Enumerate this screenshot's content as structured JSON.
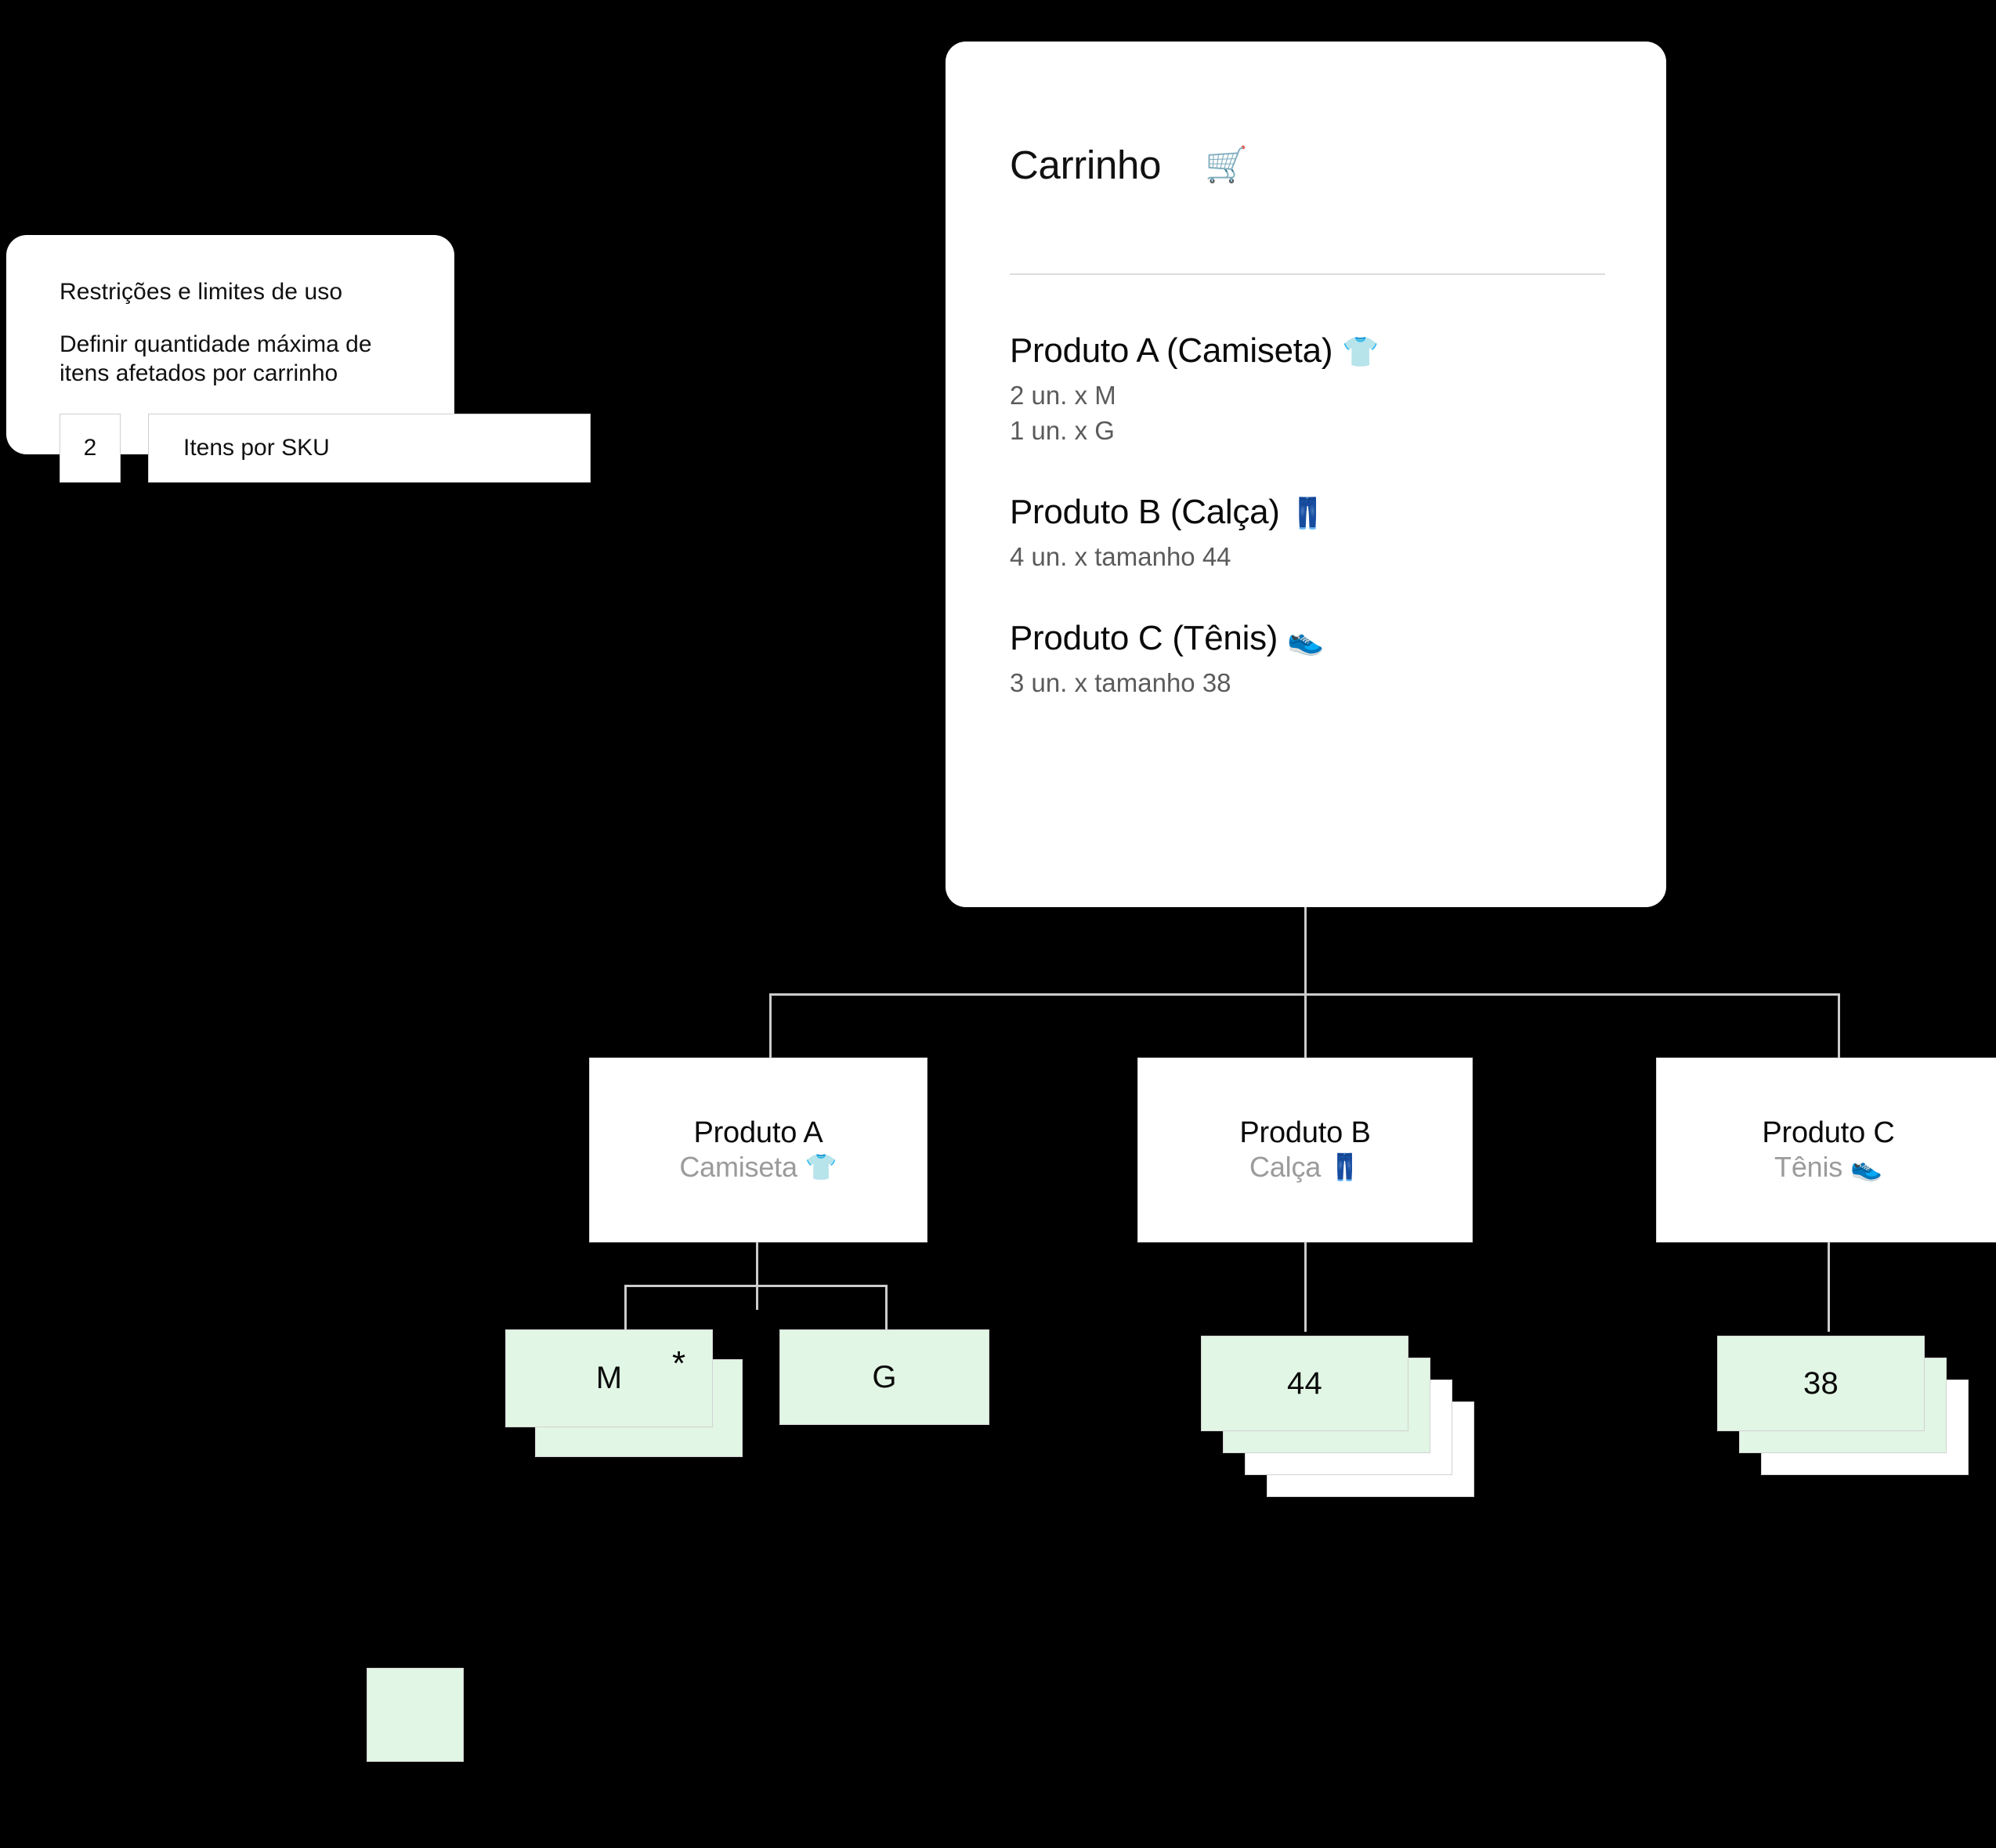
{
  "restrictions_card": {
    "title": "Restrições e limites de uso",
    "description": "Definir quantidade máxima de itens afetados por carrinho",
    "quantity_value": "2",
    "unit_value": "Itens por SKU"
  },
  "cart_card": {
    "title": "Carrinho",
    "title_icon": "shopping-cart",
    "title_emoji": "🛒",
    "items": [
      {
        "name": "Produto A (Camiseta)",
        "emoji": "👕",
        "icon": "tshirt",
        "lines": [
          "2 un. x M",
          "1 un. x G"
        ]
      },
      {
        "name": "Produto B (Calça)",
        "emoji": "👖",
        "icon": "jeans",
        "lines": [
          "4 un. x tamanho 44"
        ]
      },
      {
        "name": "Produto C (Tênis)",
        "emoji": "👟",
        "icon": "sneaker",
        "lines": [
          "3 un. x  tamanho 38"
        ]
      }
    ]
  },
  "tree": {
    "nodes": [
      {
        "title": "Produto A",
        "subtitle": "Camiseta",
        "emoji": "👕",
        "icon": "tshirt",
        "variants": [
          {
            "label": "M",
            "green_sheets": 2,
            "white_sheets": 0,
            "marked": true,
            "mark": "*"
          },
          {
            "label": "G",
            "green_sheets": 1,
            "white_sheets": 0,
            "marked": false,
            "mark": ""
          }
        ]
      },
      {
        "title": "Produto B",
        "subtitle": "Calça",
        "emoji": "👖",
        "icon": "jeans",
        "variants": [
          {
            "label": "44",
            "green_sheets": 2,
            "white_sheets": 2,
            "marked": false,
            "mark": ""
          }
        ]
      },
      {
        "title": "Produto C",
        "subtitle": "Tênis",
        "emoji": "👟",
        "icon": "sneaker",
        "variants": [
          {
            "label": "38",
            "green_sheets": 2,
            "white_sheets": 1,
            "marked": false,
            "mark": ""
          }
        ]
      }
    ]
  },
  "legend": {
    "swatch_color": "#e1f6e4"
  },
  "colors": {
    "background": "#000000",
    "card_surface": "#ffffff",
    "green_sheet": "#e1f6e4",
    "connector": "#cccccc",
    "muted_text": "#9b9b9b",
    "secondary_text": "#5b5b5b",
    "primary_text": "#0a0a0a",
    "border": "#d2d2d2"
  }
}
